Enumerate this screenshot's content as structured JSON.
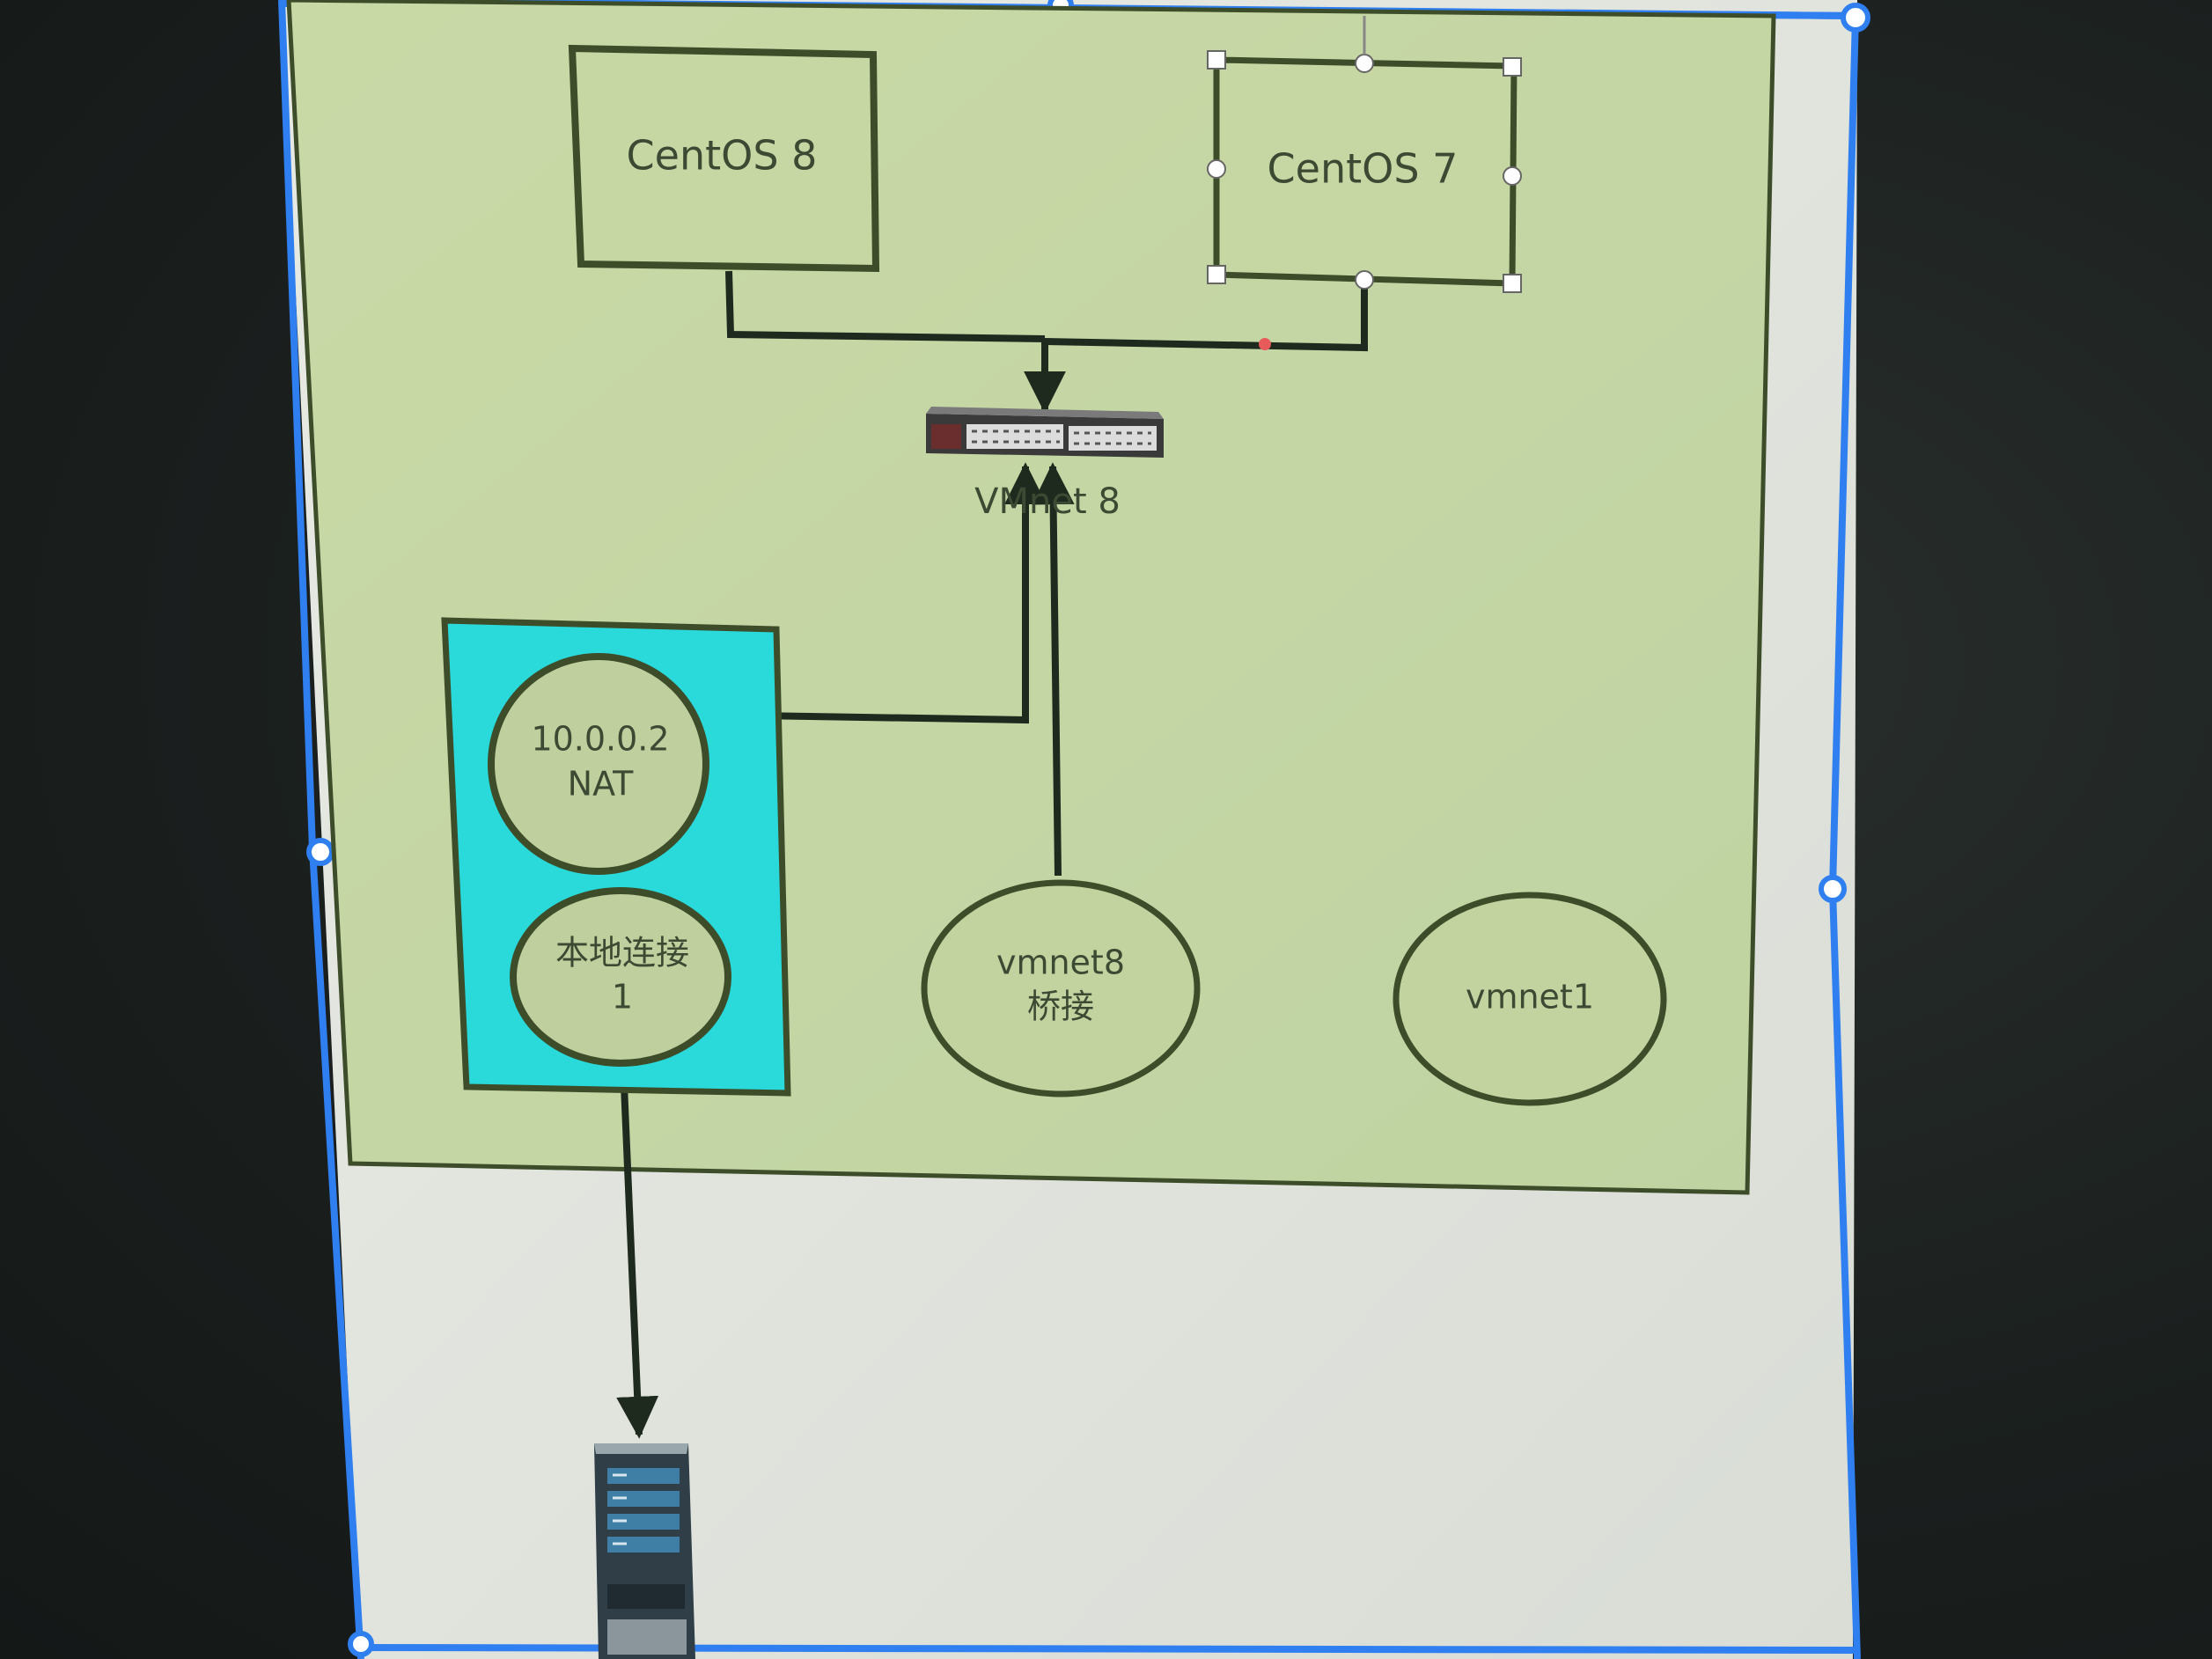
{
  "diagram": {
    "nodes": {
      "centos8": {
        "label": "CentOS 8"
      },
      "centos7": {
        "label": "CentOS 7"
      },
      "vmnet8_switch": {
        "label": "VMnet 8"
      },
      "nat": {
        "line1": "10.0.0.2",
        "line2": "NAT"
      },
      "local_connection": {
        "line1": "本地连接",
        "line2": "1"
      },
      "vmnet8_bridge": {
        "line1": "vmnet8",
        "line2": "桥接"
      },
      "vmnet1": {
        "label": "vmnet1"
      }
    },
    "edges": [
      {
        "from": "centos8",
        "to": "vmnet8_switch"
      },
      {
        "from": "centos7",
        "to": "vmnet8_switch"
      },
      {
        "from": "nat",
        "to": "vmnet8_switch"
      },
      {
        "from": "vmnet8_bridge",
        "to": "vmnet8_switch"
      },
      {
        "from": "local_connection",
        "to": "server"
      }
    ],
    "colors": {
      "background_panel": "#c4d6a4",
      "nat_group": "#2ad9d9",
      "node_fill": "#bfcf9d",
      "node_stroke": "#3d4d2a",
      "edge": "#1f2a1f",
      "selection": "#2f7ff0",
      "page": "#e9ebe6"
    },
    "icons": [
      "network-switch-icon",
      "server-icon"
    ]
  }
}
